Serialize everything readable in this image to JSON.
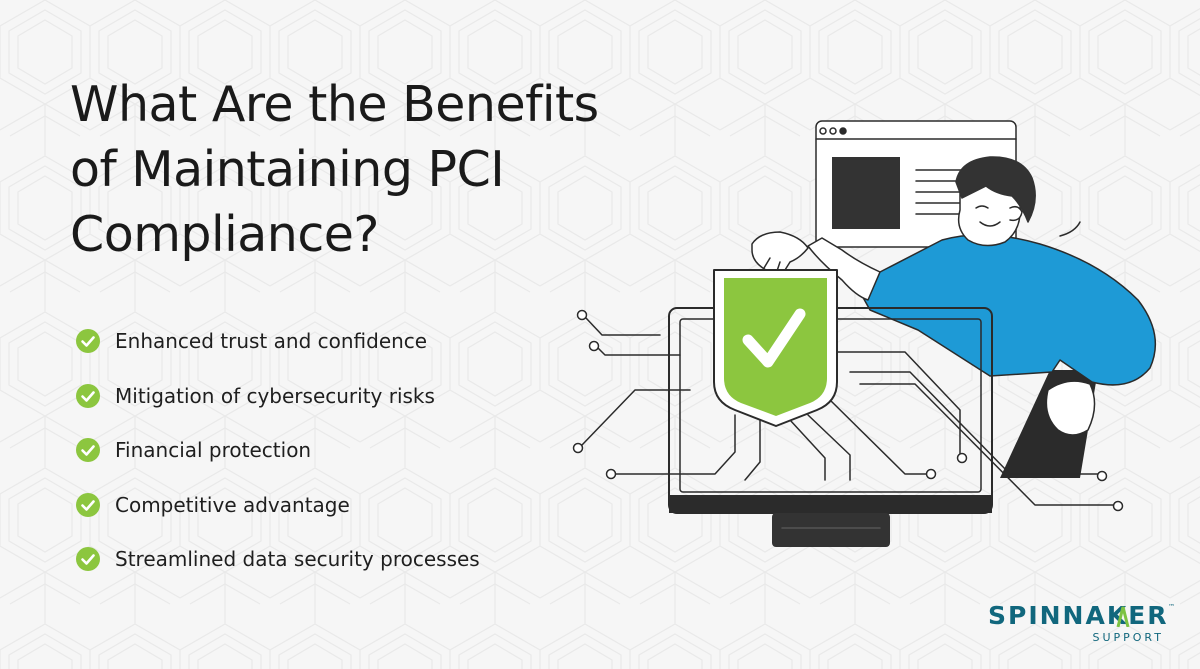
{
  "headline": {
    "lines": [
      "What Are the Benefits",
      "of Maintaining PCI",
      "Compliance?"
    ]
  },
  "benefits": [
    {
      "label": "Enhanced trust and confidence",
      "icon": "check-circle-icon"
    },
    {
      "label": "Mitigation of cybersecurity risks",
      "icon": "check-circle-icon"
    },
    {
      "label": "Financial protection",
      "icon": "check-circle-icon"
    },
    {
      "label": "Competitive advantage",
      "icon": "check-circle-icon"
    },
    {
      "label": "Streamlined data security processes",
      "icon": "check-circle-icon"
    }
  ],
  "logo": {
    "name": "SPINNAKER",
    "sub": "SUPPORT",
    "tm": "™"
  },
  "colors": {
    "background": "#f6f6f6",
    "check_green": "#8cc63f",
    "shield_green": "#8cc63f",
    "shirt_blue": "#1e9ad6",
    "brand_teal": "#11677d",
    "brand_accent": "#7cc242",
    "dark": "#2b2b2b"
  }
}
